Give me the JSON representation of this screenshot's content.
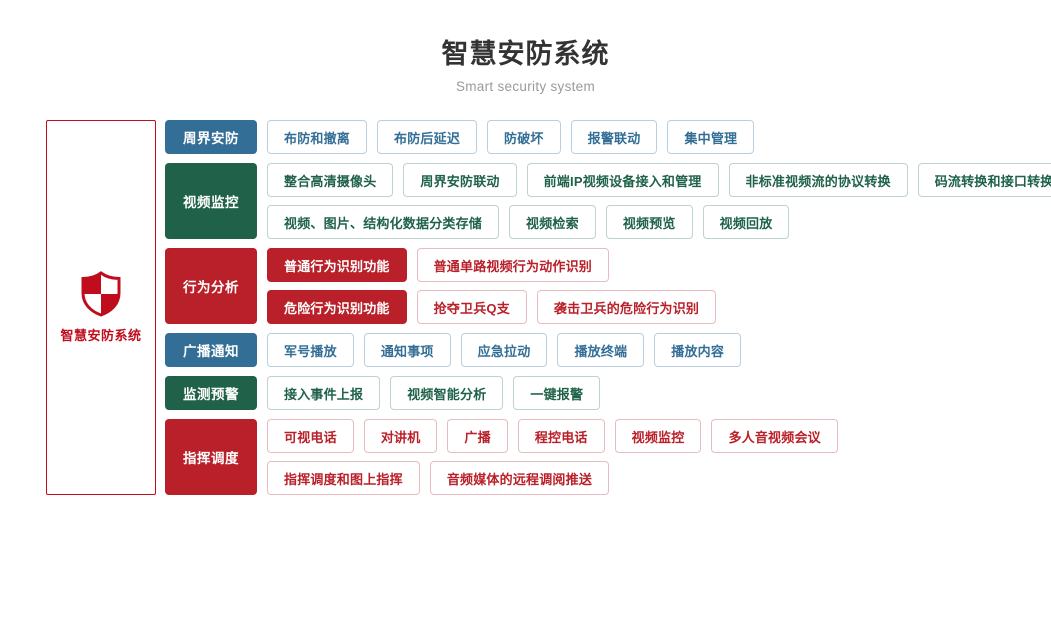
{
  "header": {
    "title": "智慧安防系统",
    "subtitle": "Smart security system"
  },
  "brand": {
    "icon": "shield-icon",
    "label": "智慧安防系统",
    "border_color": "#c00d1e",
    "text_color": "#c00d1e"
  },
  "palette": {
    "blue": "#336e96",
    "green": "#1f6249",
    "red": "#ba2029"
  },
  "rows": [
    {
      "category": "周界安防",
      "color": "blue",
      "lines": [
        [
          {
            "label": "布防和撤离",
            "style": "outline"
          },
          {
            "label": "布防后延迟",
            "style": "outline"
          },
          {
            "label": "防破坏",
            "style": "outline"
          },
          {
            "label": "报警联动",
            "style": "outline"
          },
          {
            "label": "集中管理",
            "style": "outline"
          }
        ]
      ]
    },
    {
      "category": "视频监控",
      "color": "green",
      "lines": [
        [
          {
            "label": "整合高清摄像头",
            "style": "outline"
          },
          {
            "label": "周界安防联动",
            "style": "outline"
          },
          {
            "label": "前端IP视频设备接入和管理",
            "style": "outline"
          },
          {
            "label": "非标准视频流的协议转换",
            "style": "outline"
          },
          {
            "label": "码流转换和接口转换",
            "style": "outline"
          }
        ],
        [
          {
            "label": "视频、图片、结构化数据分类存储",
            "style": "outline"
          },
          {
            "label": "视频检索",
            "style": "outline"
          },
          {
            "label": "视频预览",
            "style": "outline"
          },
          {
            "label": "视频回放",
            "style": "outline"
          }
        ]
      ]
    },
    {
      "category": "行为分析",
      "color": "red",
      "lines": [
        [
          {
            "label": "普通行为识别功能",
            "style": "solid"
          },
          {
            "label": "普通单路视频行为动作识别",
            "style": "outline"
          }
        ],
        [
          {
            "label": "危险行为识别功能",
            "style": "solid"
          },
          {
            "label": "抢夺卫兵Q支",
            "style": "outline"
          },
          {
            "label": "袭击卫兵的危险行为识别",
            "style": "outline"
          }
        ]
      ]
    },
    {
      "category": "广播通知",
      "color": "blue",
      "lines": [
        [
          {
            "label": "军号播放",
            "style": "outline"
          },
          {
            "label": "通知事项",
            "style": "outline"
          },
          {
            "label": "应急拉动",
            "style": "outline"
          },
          {
            "label": "播放终端",
            "style": "outline"
          },
          {
            "label": "播放内容",
            "style": "outline"
          }
        ]
      ]
    },
    {
      "category": "监测预警",
      "color": "green",
      "lines": [
        [
          {
            "label": "接入事件上报",
            "style": "outline"
          },
          {
            "label": "视频智能分析",
            "style": "outline"
          },
          {
            "label": "一键报警",
            "style": "outline"
          }
        ]
      ]
    },
    {
      "category": "指挥调度",
      "color": "red",
      "lines": [
        [
          {
            "label": "可视电话",
            "style": "outline"
          },
          {
            "label": "对讲机",
            "style": "outline"
          },
          {
            "label": "广播",
            "style": "outline"
          },
          {
            "label": "程控电话",
            "style": "outline"
          },
          {
            "label": "视频监控",
            "style": "outline"
          },
          {
            "label": "多人音视频会议",
            "style": "outline"
          }
        ],
        [
          {
            "label": "指挥调度和图上指挥",
            "style": "outline"
          },
          {
            "label": "音频媒体的远程调阅推送",
            "style": "outline"
          }
        ]
      ]
    }
  ]
}
